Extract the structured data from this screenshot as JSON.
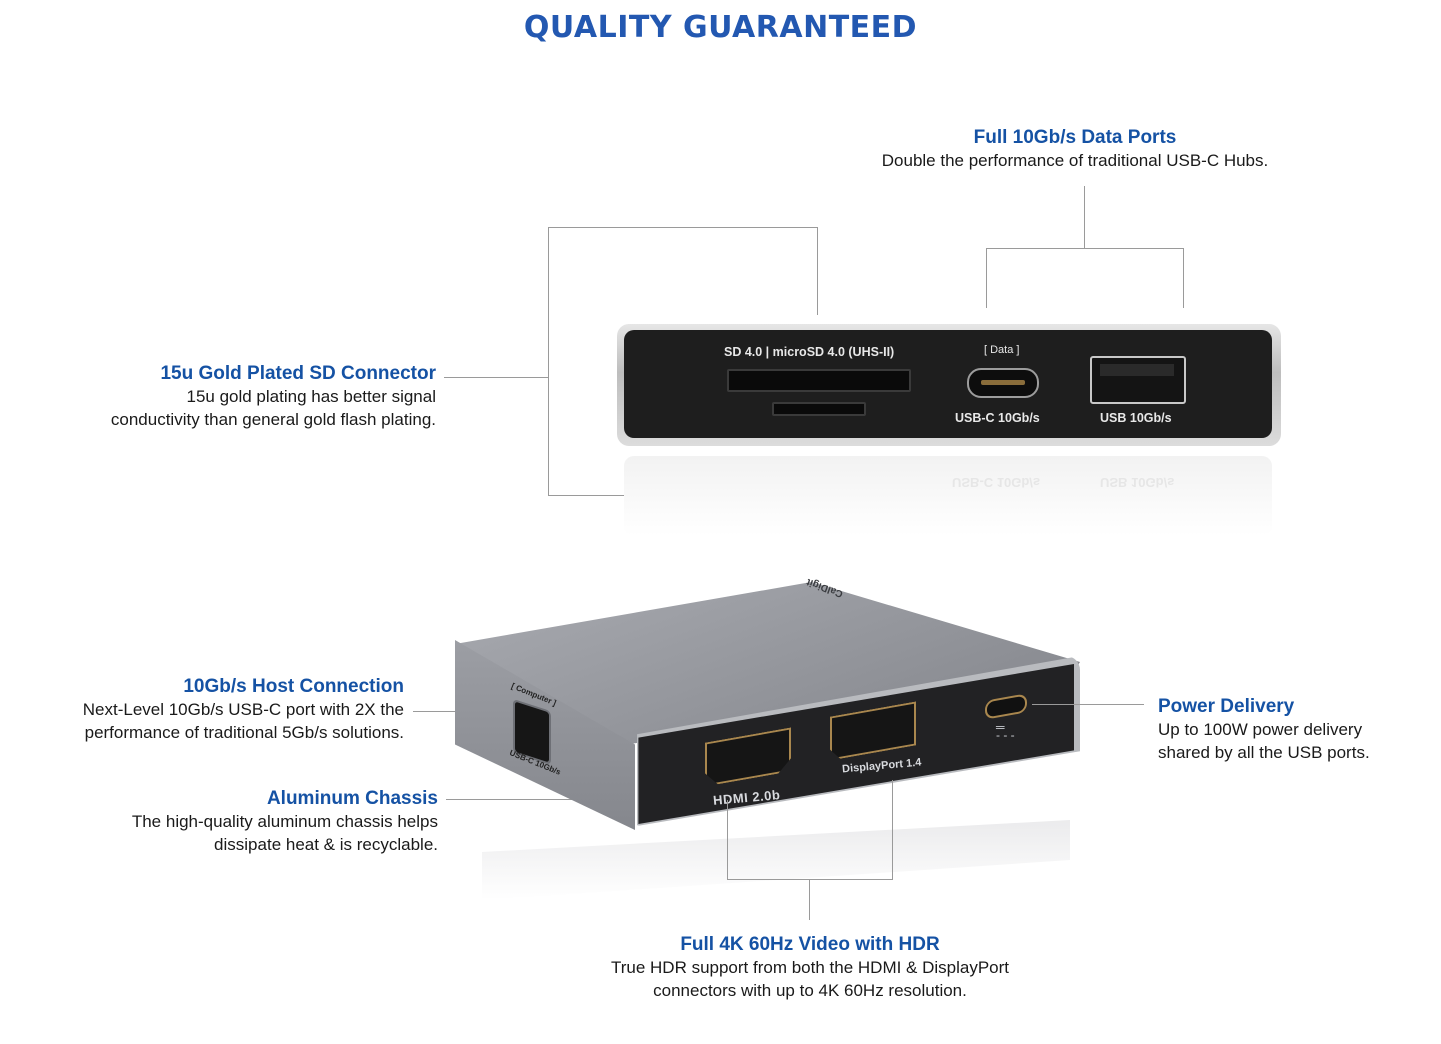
{
  "title": "QUALITY GUARANTEED",
  "colors": {
    "title": "#2358b1",
    "heading": "#1552a4",
    "body_text": "#1a1a1a",
    "leader_line": "#9a9a9a"
  },
  "callouts": {
    "data_ports": {
      "heading": "Full 10Gb/s Data Ports",
      "text": "Double the performance of traditional USB-C Hubs."
    },
    "sd_connector": {
      "heading": "15u Gold Plated SD Connector",
      "text": "15u gold plating has better signal\nconductivity than general gold flash plating."
    },
    "host_connection": {
      "heading": "10Gb/s Host Connection",
      "text": "Next-Level 10Gb/s USB-C port with 2X the\nperformance of traditional 5Gb/s solutions."
    },
    "aluminum_chassis": {
      "heading": "Aluminum Chassis",
      "text": "The high-quality aluminum chassis helps\ndissipate heat  & is recyclable."
    },
    "power_delivery": {
      "heading": "Power Delivery",
      "text": "Up to 100W power delivery\nshared by all the USB ports."
    },
    "video_hdr": {
      "heading": "Full 4K 60Hz Video with HDR",
      "text": "True HDR support from both the HDMI & DisplayPort\nconnectors with up to 4K 60Hz resolution."
    }
  },
  "front_device": {
    "sd_label": "SD 4.0 | microSD 4.0 (UHS-II)",
    "usbc_tag": "[ Data ]",
    "usbc_label": "USB-C 10Gb/s",
    "usba_label": "USB 10Gb/s"
  },
  "angled_device": {
    "brand": "CalDigit",
    "host_tag": "[ Computer ]",
    "host_label": "USB-C 10Gb/s",
    "hdmi_label": "HDMI 2.0b",
    "dp_label": "DisplayPort 1.4",
    "pd_icon": "dc-power-icon"
  }
}
